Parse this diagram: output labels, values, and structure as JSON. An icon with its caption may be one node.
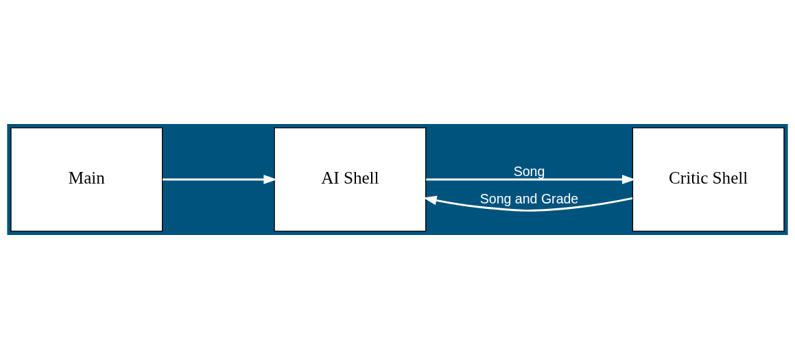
{
  "diagram": {
    "nodes": [
      {
        "text": [
          "Main"
        ]
      },
      {
        "text": [
          "AI Shell"
        ]
      },
      {
        "text": [
          "Critic Shell"
        ]
      }
    ],
    "edges": [
      {
        "from": 0,
        "to": 1,
        "arrow": "to"
      },
      {
        "from": 1,
        "to": 2,
        "arrow": "to",
        "label": "Song"
      },
      {
        "from": 2,
        "to": 1,
        "arrow": "to",
        "label": "Song and Grade"
      }
    ]
  }
}
